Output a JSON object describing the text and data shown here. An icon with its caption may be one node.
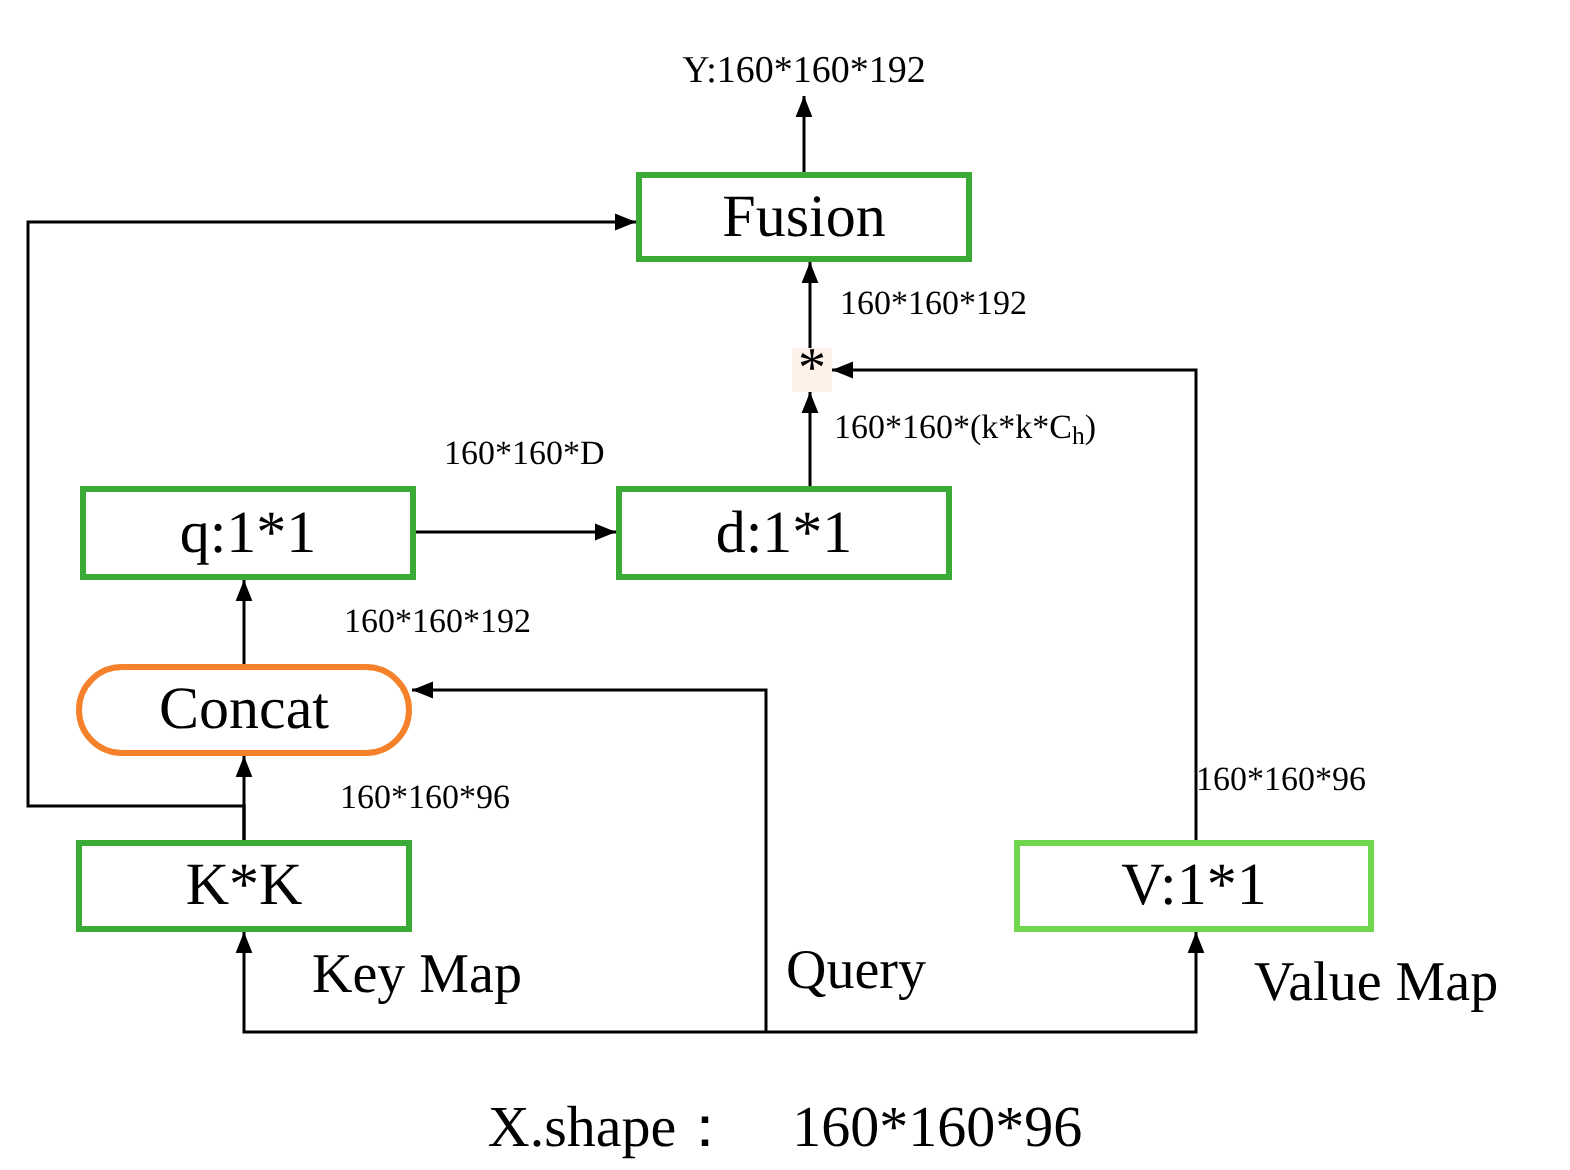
{
  "diagram": {
    "caption": "X.shape：　160*160*96",
    "nodes": [
      {
        "text": [
          "Fusion"
        ]
      },
      {
        "text": [
          "*"
        ]
      },
      {
        "text": [
          "q:1*1"
        ]
      },
      {
        "text": [
          "d:1*1"
        ]
      },
      {
        "text": [
          "Concat"
        ]
      },
      {
        "text": [
          "K*K"
        ]
      },
      {
        "text": [
          "V:1*1"
        ]
      },
      {
        "text": [
          "Y:160*160*192"
        ]
      }
    ],
    "edges": [
      {
        "from": 0,
        "to": 7,
        "arrow": "to"
      },
      {
        "from": 1,
        "to": 0,
        "arrow": "to",
        "label": "160*160*192"
      },
      {
        "from": 3,
        "to": 1,
        "arrow": "to",
        "label": "160*160*(k*k*C$_{h}$)"
      },
      {
        "from": 6,
        "to": 1,
        "arrow": "to",
        "label": "160*160*96"
      },
      {
        "from": 2,
        "to": 3,
        "arrow": "to",
        "label": "160*160*D"
      },
      {
        "from": 4,
        "to": 2,
        "arrow": "to",
        "label": "160*160*192"
      },
      {
        "from": 5,
        "to": 4,
        "arrow": "to",
        "label": "160*160*96"
      },
      {
        "from": 5,
        "to": 0,
        "arrow": "to"
      },
      {
        "from": null,
        "to": 5,
        "arrow": "to",
        "label": "Key Map"
      },
      {
        "from": null,
        "to": 4,
        "arrow": "to",
        "label": "Query"
      },
      {
        "from": null,
        "to": 6,
        "arrow": "to",
        "label": "Value Map"
      }
    ]
  }
}
